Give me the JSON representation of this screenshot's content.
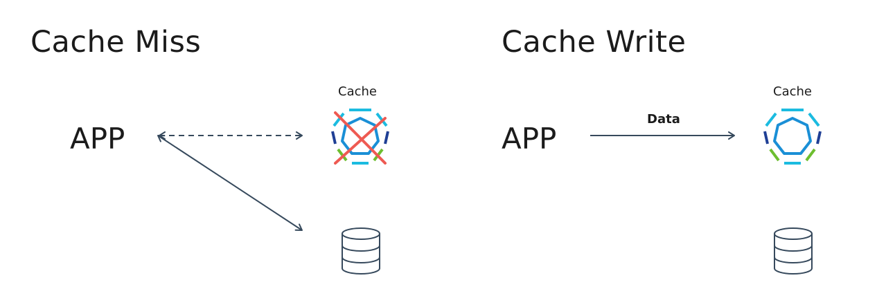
{
  "left_panel": {
    "title": "Cache Miss",
    "app_label": "APP",
    "cache_label": "Cache"
  },
  "right_panel": {
    "title": "Cache Write",
    "app_label": "APP",
    "cache_label": "Cache",
    "arrow_label": "Data"
  },
  "colors": {
    "arrow": "#36495c",
    "cache_light_blue": "#1bbbe0",
    "cache_mid_blue": "#1a8fd6",
    "cache_dark_blue": "#1f3f95",
    "cache_green": "#6dbe2f",
    "miss_cross": "#ee5a52",
    "database": "#36495c"
  }
}
